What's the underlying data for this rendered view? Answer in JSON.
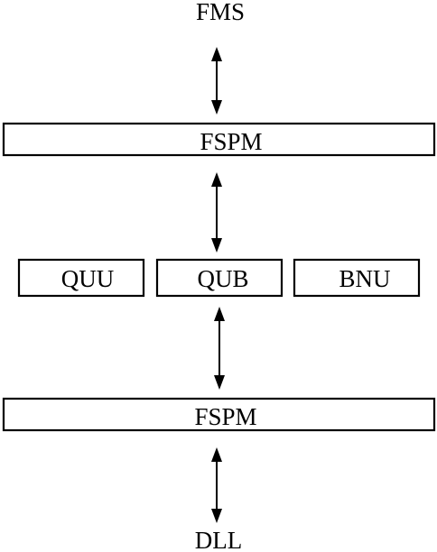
{
  "top_label": "FMS",
  "bottom_label": "DLL",
  "upper_layer": "FSPM",
  "middle_boxes": [
    "QUU",
    "QUB",
    "BNU"
  ],
  "lower_layer": "FSPM"
}
